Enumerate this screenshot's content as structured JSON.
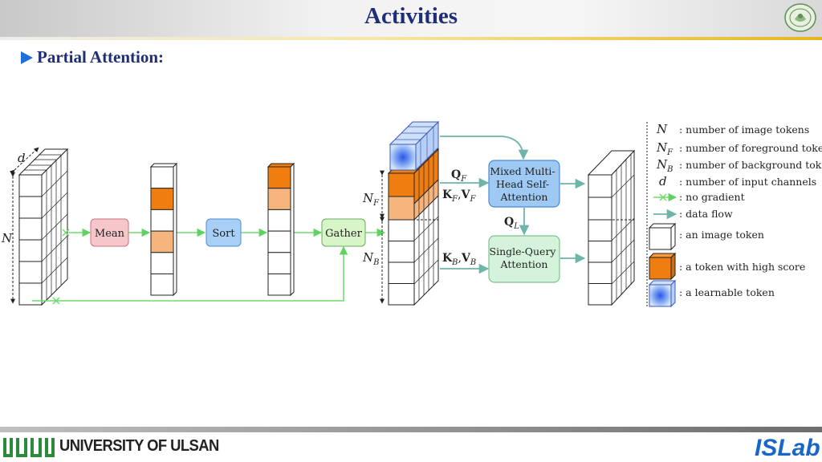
{
  "slide": {
    "title": "Activities",
    "subtitle": "Partial Attention:"
  },
  "footer": {
    "university": "UNIVERSITY OF ULSAN",
    "lab": "ISLab"
  },
  "diagram": {
    "labels": {
      "d": "d",
      "N": "N",
      "NF": "N",
      "NF_sub": "F",
      "NB": "N",
      "NB_sub": "B"
    },
    "boxes": {
      "mean": "Mean",
      "sort": "Sort",
      "gather": "Gather",
      "mixed": [
        "Mixed Multi-",
        "Head Self-",
        "Attention"
      ],
      "single": [
        "Single-Query",
        "Attention"
      ]
    },
    "arrows": {
      "qf_main": "Q",
      "qf_sub": "F",
      "kvf_k": "K",
      "kvf_ksub": "F",
      "kvf_v": "V",
      "kvf_vsub": "F",
      "ql_main": "Q",
      "ql_sub": "L",
      "kvb_k": "K",
      "kvb_ksub": "B",
      "kvb_v": "V",
      "kvb_vsub": "B"
    },
    "legend": {
      "items": [
        {
          "sym": "N",
          "sub": "",
          "text": ": number of image tokens"
        },
        {
          "sym": "N",
          "sub": "F",
          "text": ": number of foreground tokens"
        },
        {
          "sym": "N",
          "sub": "B",
          "text": ": number of background tokens"
        },
        {
          "sym": "d",
          "sub": "",
          "text": ": number of input channels"
        },
        {
          "sym": "",
          "sub": "",
          "text": ": no gradient"
        },
        {
          "sym": "",
          "sub": "",
          "text": ": data flow"
        },
        {
          "sym": "",
          "sub": "",
          "text": ": an image token"
        },
        {
          "sym": "",
          "sub": "",
          "text": ": a token with high score"
        },
        {
          "sym": "",
          "sub": "",
          "text": ": a learnable token"
        }
      ]
    },
    "colors": {
      "token_white": "#ffffff",
      "token_orange": "#f07d10",
      "token_light_orange": "#f6b57c",
      "learnable_blue": "#3f6ee8",
      "mean_fill": "#f7c6cb",
      "sort_fill": "#a8cff5",
      "gather_fill": "#d8f5c8",
      "mixed_fill": "#9ec9f3",
      "single_fill": "#d5f3dc",
      "no_grad_arrow": "#6fdc6f",
      "flow_arrow": "#6cb5a8",
      "title_blue": "#1f2f75"
    }
  }
}
